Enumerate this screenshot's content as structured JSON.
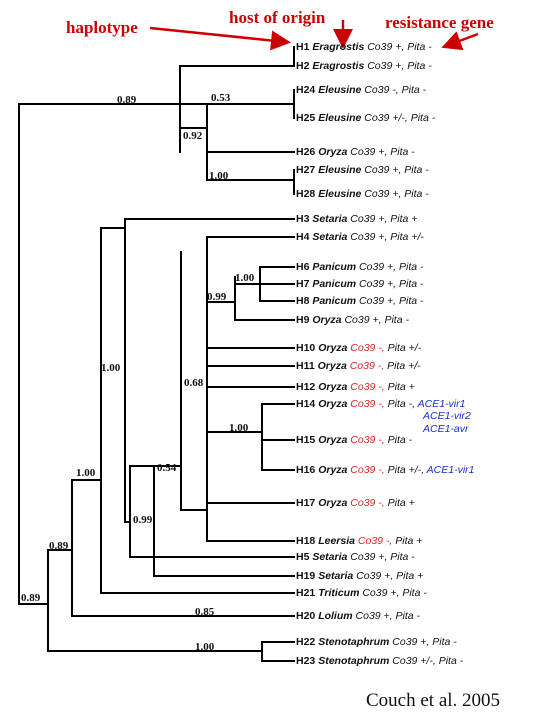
{
  "annotations": {
    "haplotype": "haplotype",
    "host_of_origin": "host of origin",
    "resistance_gene": "resistance gene",
    "colors": {
      "annotation": "#cc0000",
      "red_gene": "#e0231b",
      "blue_gene": "#1a2fd0"
    }
  },
  "citation": "Couch et al. 2005",
  "tips": [
    {
      "id": "H1",
      "genus": "Eragrostis",
      "co39": "Co39 +,",
      "pita": "Pita -",
      "co39_red": false,
      "extra": ""
    },
    {
      "id": "H2",
      "genus": "Eragrostis",
      "co39": "Co39 +,",
      "pita": "Pita -",
      "co39_red": false,
      "extra": ""
    },
    {
      "id": "H24",
      "genus": "Eleusine",
      "co39": "Co39 -,",
      "pita": "Pita -",
      "co39_red": false,
      "extra": ""
    },
    {
      "id": "H25",
      "genus": "Eleusine",
      "co39": "Co39 +/-,",
      "pita": "Pita -",
      "co39_red": false,
      "extra": ""
    },
    {
      "id": "H26",
      "genus": "Oryza",
      "co39": "Co39 +,",
      "pita": "Pita -",
      "co39_red": false,
      "extra": ""
    },
    {
      "id": "H27",
      "genus": " Eleusine",
      "co39": "Co39 +,",
      "pita": "Pita -",
      "co39_red": false,
      "extra": ""
    },
    {
      "id": "H28",
      "genus": "Eleusine",
      "co39": "Co39 +,",
      "pita": "Pita -",
      "co39_red": false,
      "extra": ""
    },
    {
      "id": "H3",
      "genus": "Setaria",
      "co39": "Co39 +,",
      "pita": "Pita +",
      "co39_red": false,
      "extra": ""
    },
    {
      "id": "H4",
      "genus": "Setaria",
      "co39": "Co39 +,",
      "pita": "Pita +/-",
      "co39_red": false,
      "extra": ""
    },
    {
      "id": "H6",
      "genus": "Panicum",
      "co39": "Co39 +,",
      "pita": "Pita -",
      "co39_red": false,
      "extra": ""
    },
    {
      "id": "H7",
      "genus": "Panicum",
      "co39": "Co39 +,",
      "pita": "Pita -",
      "co39_red": false,
      "extra": ""
    },
    {
      "id": "H8",
      "genus": "Panicum",
      "co39": "Co39 +,",
      "pita": "Pita -",
      "co39_red": false,
      "extra": ""
    },
    {
      "id": "H9",
      "genus": "Oryza",
      "co39": "Co39 +,",
      "pita": "Pita -",
      "co39_red": false,
      "extra": ""
    },
    {
      "id": "H10",
      "genus": "Oryza",
      "co39": "Co39 -,",
      "pita": "Pita +/-",
      "co39_red": true,
      "extra": ""
    },
    {
      "id": "H11",
      "genus": "Oryza",
      "co39": "Co39 -,",
      "pita": "Pita +/-",
      "co39_red": true,
      "extra": ""
    },
    {
      "id": "H12",
      "genus": "Oryza",
      "co39": "Co39 -,",
      "pita": "Pita +",
      "co39_red": true,
      "extra": ""
    },
    {
      "id": "H14",
      "genus": "Oryza",
      "co39": "Co39 -,",
      "pita": "Pita -,",
      "co39_red": true,
      "extra": "ACE1-vir1"
    },
    {
      "id": "H15",
      "genus": "Oryza",
      "co39": "Co39 -,",
      "pita": "Pita -",
      "co39_red": true,
      "extra": ""
    },
    {
      "id": "H16",
      "genus": "Oryza",
      "co39": "Co39 -,",
      "pita": "Pita +/-,",
      "co39_red": true,
      "extra": "ACE1-vir1"
    },
    {
      "id": "H17",
      "genus": "Oryza",
      "co39": "Co39 -,",
      "pita": "Pita +",
      "co39_red": true,
      "extra": ""
    },
    {
      "id": "H18",
      "genus": "Leersia",
      "co39": "Co39 -,",
      "pita": "Pita +",
      "co39_red": true,
      "extra": ""
    },
    {
      "id": "H5",
      "genus": "Setaria",
      "co39": "Co39 +,",
      "pita": "Pita -",
      "co39_red": false,
      "extra": ""
    },
    {
      "id": "H19",
      "genus": "Setaria",
      "co39": "Co39 +,",
      "pita": "Pita +",
      "co39_red": false,
      "extra": ""
    },
    {
      "id": "H21",
      "genus": "Triticum",
      "co39": "Co39 +,",
      "pita": "Pita -",
      "co39_red": false,
      "extra": ""
    },
    {
      "id": "H20",
      "genus": "Lolium",
      "co39": "Co39 +,",
      "pita": "Pita -",
      "co39_red": false,
      "extra": ""
    },
    {
      "id": "H22",
      "genus": "Stenotaphrum",
      "co39": "Co39 +,",
      "pita": "Pita -",
      "co39_red": false,
      "extra": ""
    },
    {
      "id": "H23",
      "genus": "Stenotaphrum",
      "co39": "Co39 +/-,",
      "pita": "Pita -",
      "co39_red": false,
      "extra": ""
    }
  ],
  "h14_extra_lines": [
    "ACE1-vir2",
    "ACE1-avr"
  ],
  "support_values": [
    "0.89",
    "0.53",
    "0.92",
    "1.00",
    "1.00",
    "0.99",
    "1.00",
    "0.68",
    "1.00",
    "0.54",
    "0.99",
    "1.00",
    "0.89",
    "0.85",
    "1.00",
    "0.89"
  ]
}
